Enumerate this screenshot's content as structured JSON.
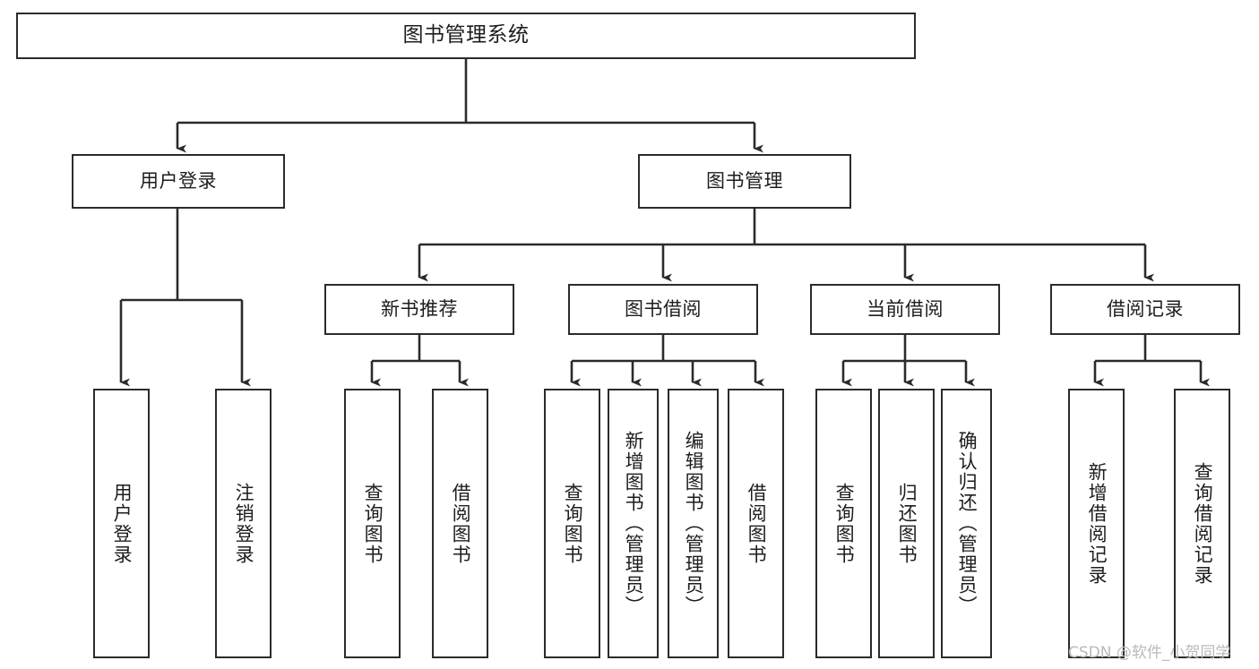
{
  "diagram": {
    "title": "图书管理系统",
    "type": "tree-hierarchy-chart",
    "orientation": "top-down",
    "watermark": "CSDN @软件_小贺同学",
    "colors": {
      "background": "#ffffff",
      "node_border": "#2b2b2b",
      "node_fill": "#ffffff",
      "edge": "#2b2b2b",
      "text": "#1d1d1d",
      "watermark": "#b9b9b9"
    },
    "root": {
      "id": "root",
      "label": "图书管理系统"
    },
    "level1": [
      {
        "id": "user-login",
        "label": "用户登录"
      },
      {
        "id": "book-manage",
        "label": "图书管理"
      }
    ],
    "level2": [
      {
        "id": "new-book-recommend",
        "label": "新书推荐",
        "parent": "book-manage"
      },
      {
        "id": "book-borrow",
        "label": "图书借阅",
        "parent": "book-manage"
      },
      {
        "id": "current-borrow",
        "label": "当前借阅",
        "parent": "book-manage"
      },
      {
        "id": "borrow-record",
        "label": "借阅记录",
        "parent": "book-manage"
      }
    ],
    "leaves": [
      {
        "id": "leaf-user-login",
        "label": "用户登录",
        "parent": "user-login"
      },
      {
        "id": "leaf-user-logout",
        "label": "注销登录",
        "parent": "user-login"
      },
      {
        "id": "leaf-query-book-1",
        "label": "查询图书",
        "parent": "new-book-recommend"
      },
      {
        "id": "leaf-borrow-book-1",
        "label": "借阅图书",
        "parent": "new-book-recommend"
      },
      {
        "id": "leaf-query-book-2",
        "label": "查询图书",
        "parent": "book-borrow"
      },
      {
        "id": "leaf-add-book",
        "label": "新增图书（管理员）",
        "parent": "book-borrow"
      },
      {
        "id": "leaf-edit-book",
        "label": "编辑图书（管理员）",
        "parent": "book-borrow"
      },
      {
        "id": "leaf-borrow-book-2",
        "label": "借阅图书",
        "parent": "book-borrow"
      },
      {
        "id": "leaf-query-book-3",
        "label": "查询图书",
        "parent": "current-borrow"
      },
      {
        "id": "leaf-return-book",
        "label": "归还图书",
        "parent": "current-borrow"
      },
      {
        "id": "leaf-confirm-return",
        "label": "确认归还（管理员）",
        "parent": "current-borrow"
      },
      {
        "id": "leaf-add-record",
        "label": "新增借阅记录",
        "parent": "borrow-record"
      },
      {
        "id": "leaf-query-record",
        "label": "查询借阅记录",
        "parent": "borrow-record"
      }
    ]
  }
}
